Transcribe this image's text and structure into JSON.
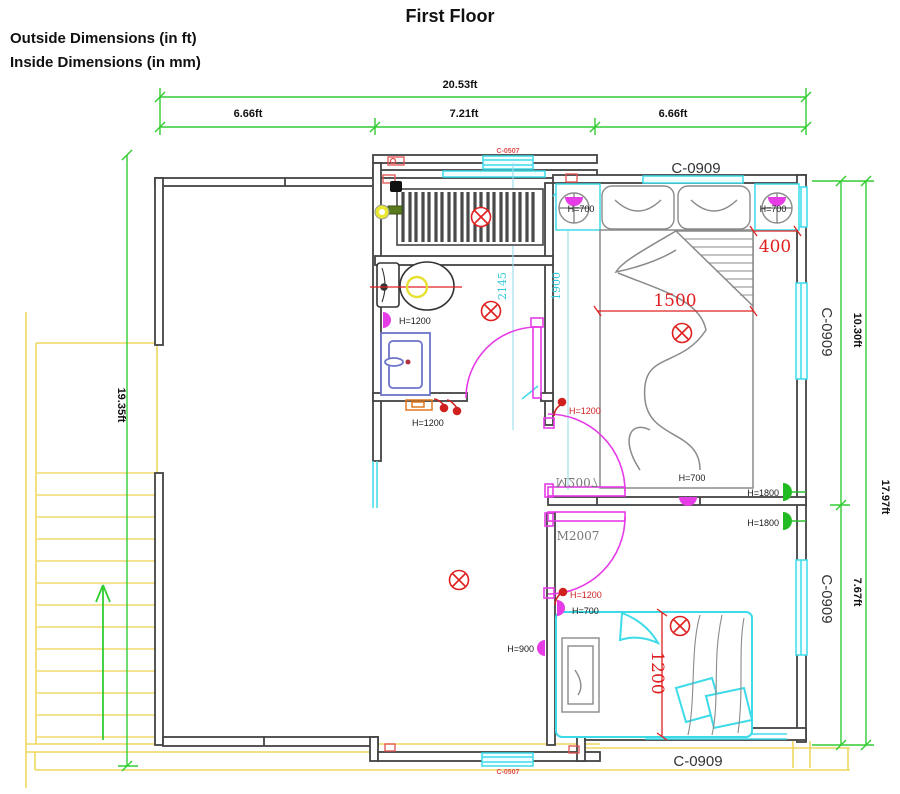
{
  "title": "First Floor",
  "legend": {
    "line1": "Outside Dimensions (in ft)",
    "line2": "Inside Dimensions (in mm)"
  },
  "outside_dimensions": {
    "total_width": "20.53ft",
    "left_width": "6.66ft",
    "middle_width": "7.21ft",
    "right_width": "6.66ft",
    "left_height": "19.35ft",
    "right_upper_height": "10.30ft",
    "right_total_height": "17.97ft",
    "right_lower_height": "7.67ft"
  },
  "inside_dimensions": {
    "bed1_width": "1500",
    "nightstand_depth": "400",
    "bed2_width": "1200",
    "closet_depth": "2145",
    "bed1_side": "1900"
  },
  "window_tags": {
    "large": "C-0909",
    "small": "C-0507"
  },
  "door_tag": "M2007",
  "fixture_heights": {
    "h700": "H=700",
    "h900": "H=900",
    "h1200": "H=1200",
    "h1800": "H=1800"
  },
  "colors": {
    "dimension_green": "#33cc33",
    "window_cyan": "#3ddbe8",
    "door_magenta": "#e63ce6",
    "alert_red": "#e02020",
    "stair_yellow": "#eed75e",
    "wall_gray": "#444444",
    "fixture_orange": "#e07820",
    "sink_blue": "#6b74c9",
    "device_green": "#22bb22"
  }
}
